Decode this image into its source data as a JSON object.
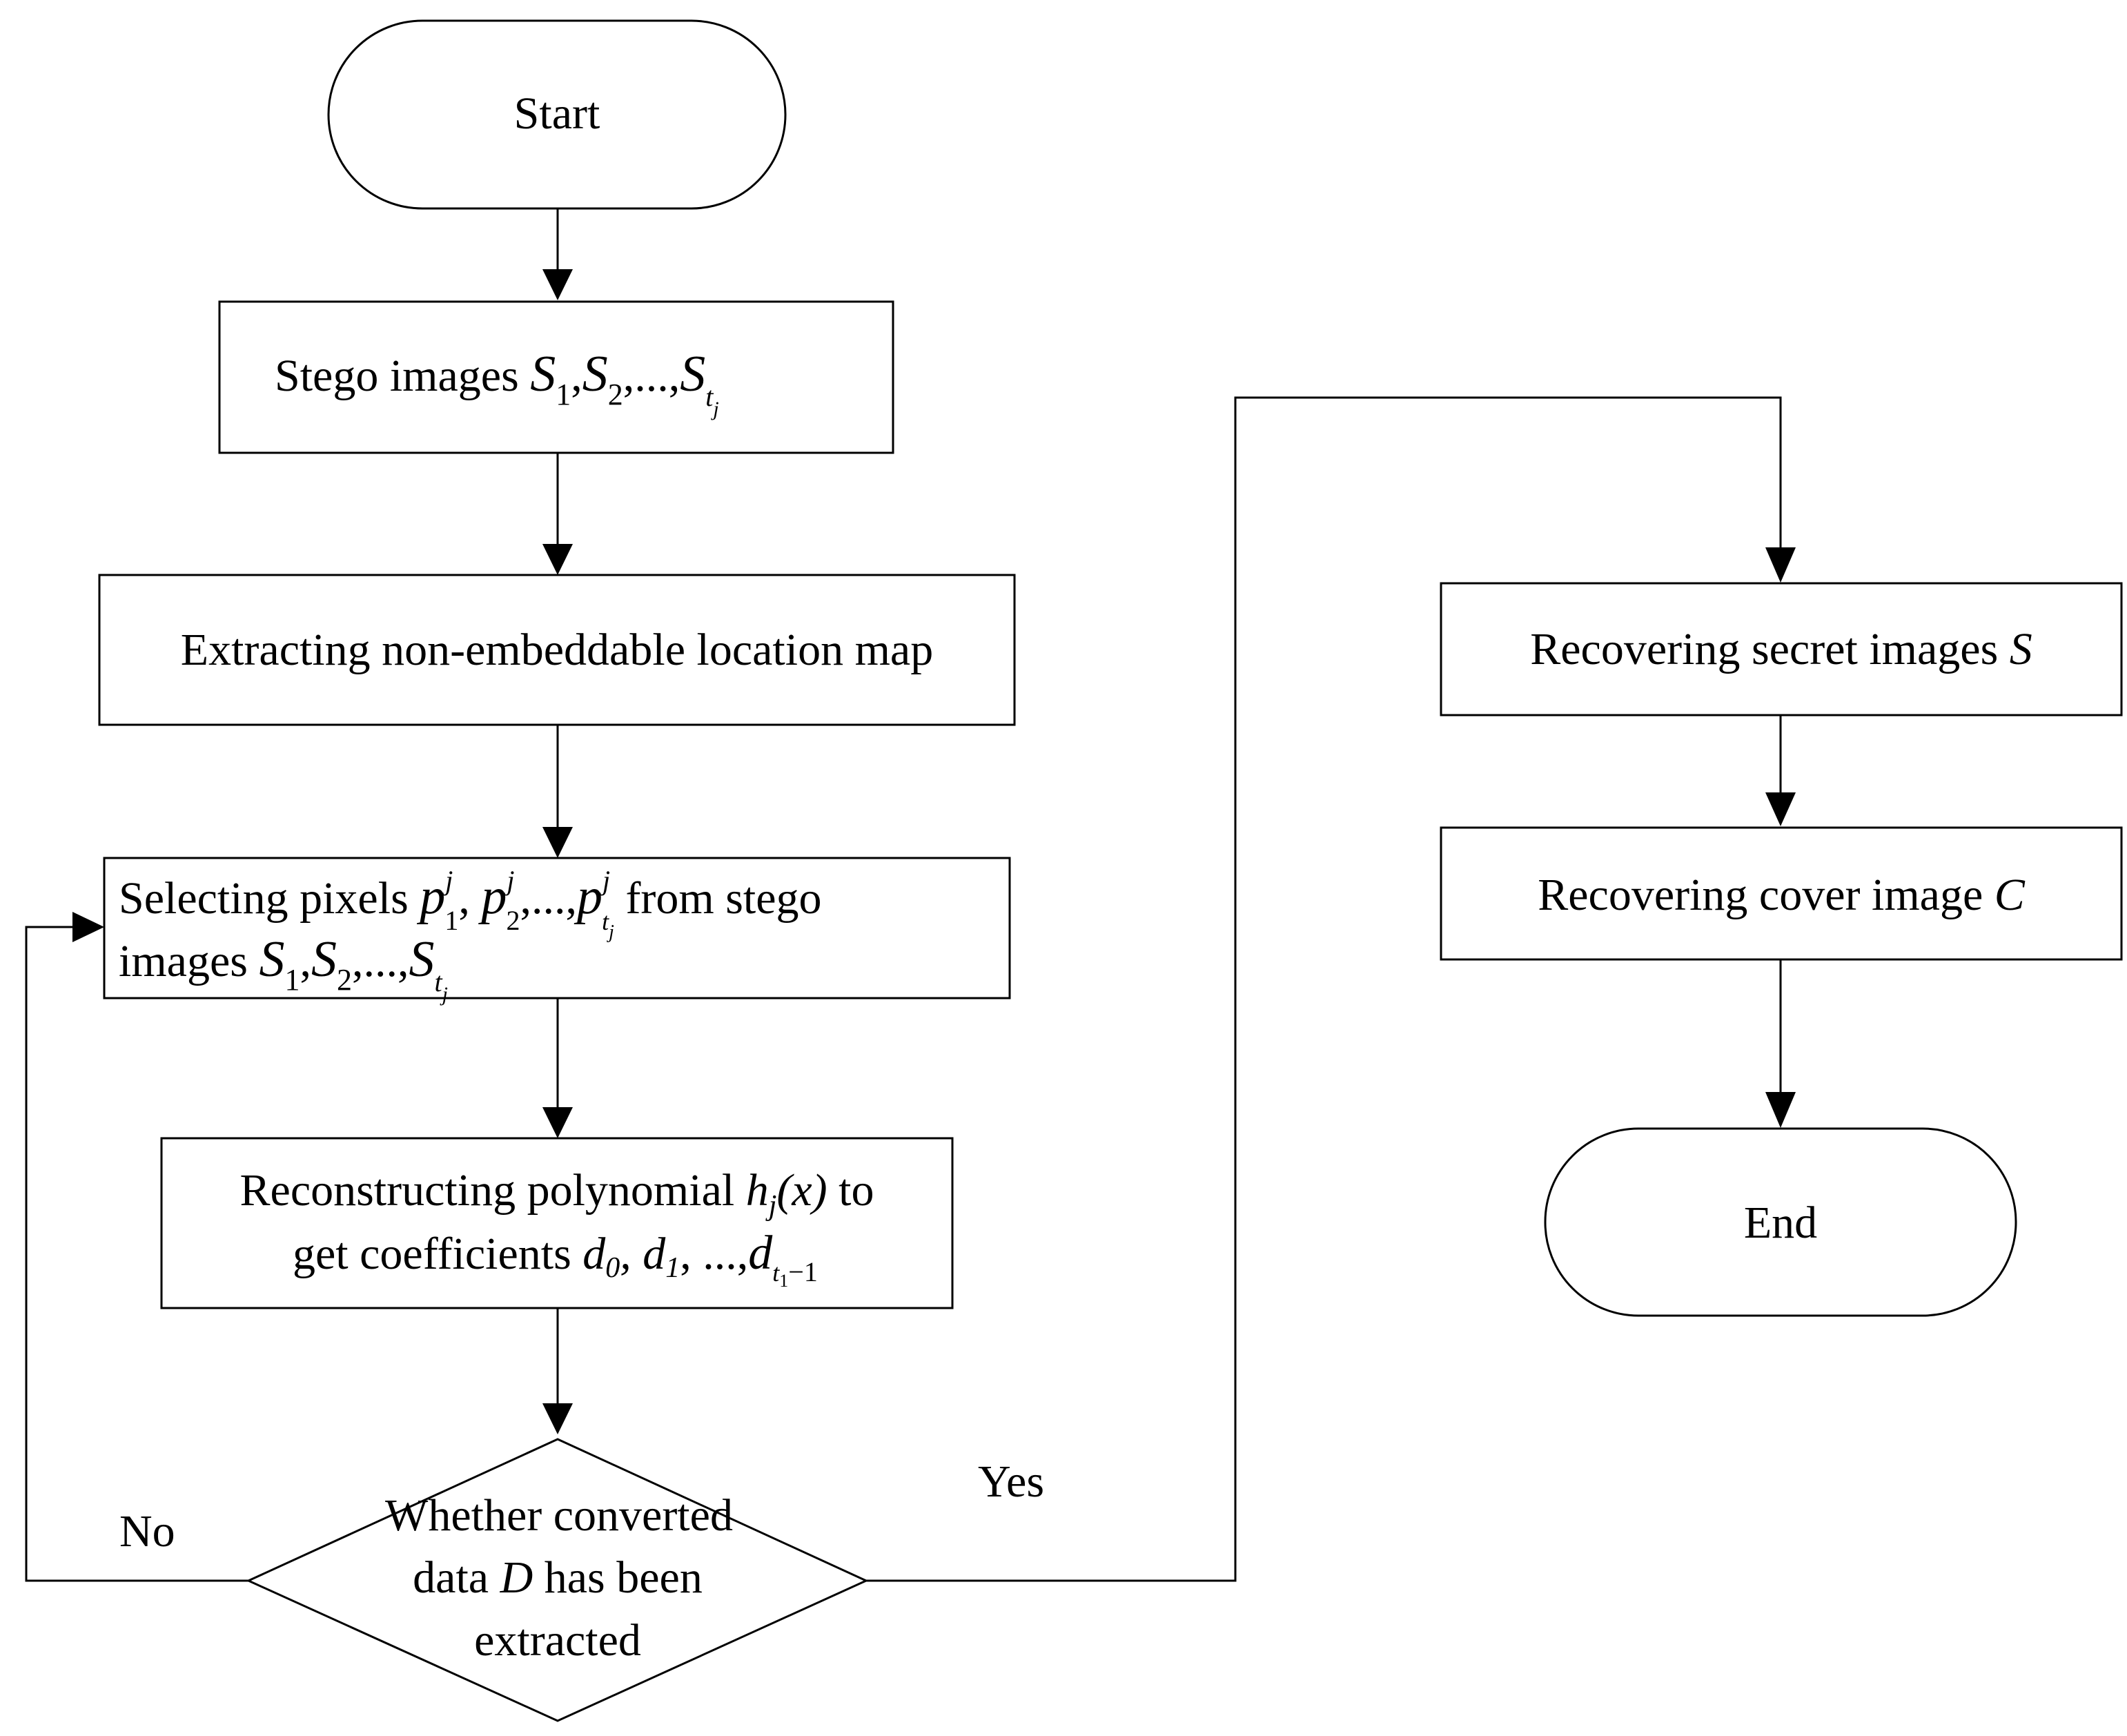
{
  "flowchart": {
    "start": "Start",
    "stego": {
      "text": "Stego  images ",
      "s1": "S",
      "s1sub": "1",
      "s2": "S",
      "s2sub": "2",
      "sep": ",...,",
      "st": "S",
      "stsub": "t",
      "stsubsub": "j"
    },
    "extract_map": "Extracting non-embeddable location map",
    "select": {
      "line1_a": "Selecting  pixels ",
      "p": "p",
      "sup": "j",
      "sub1": "1",
      "sub2": "2",
      "subt": "t",
      "subtj": "j",
      "ellipsis": ",...,",
      "line1_b": " from stego",
      "line2_a": "images ",
      "s": "S",
      "s_sub1": "1",
      "s_sub2": "2"
    },
    "reconstruct": {
      "line1_a": "Reconstructing polynomial ",
      "h": "h",
      "hsub": "j",
      "x": "(x)",
      "line1_b": " to",
      "line2_a": "get coefficients ",
      "d0": "d",
      "d0sub": "0",
      "d1": "d",
      "d1sub": "1",
      "dots": ", ...,",
      "dt": "d",
      "dtsub": "t",
      "dtsubsub": "1",
      "minus1": "−1"
    },
    "decision": {
      "line1": "Whether converted",
      "line2_a": "data ",
      "line2_D": "D",
      "line2_b": " has been",
      "line3": "extracted"
    },
    "no": "No",
    "yes": "Yes",
    "recover_secret": {
      "text": "Recovering secret images ",
      "S": "S"
    },
    "recover_cover": {
      "text": "Recovering cover image ",
      "C": "C"
    },
    "end": "End"
  }
}
